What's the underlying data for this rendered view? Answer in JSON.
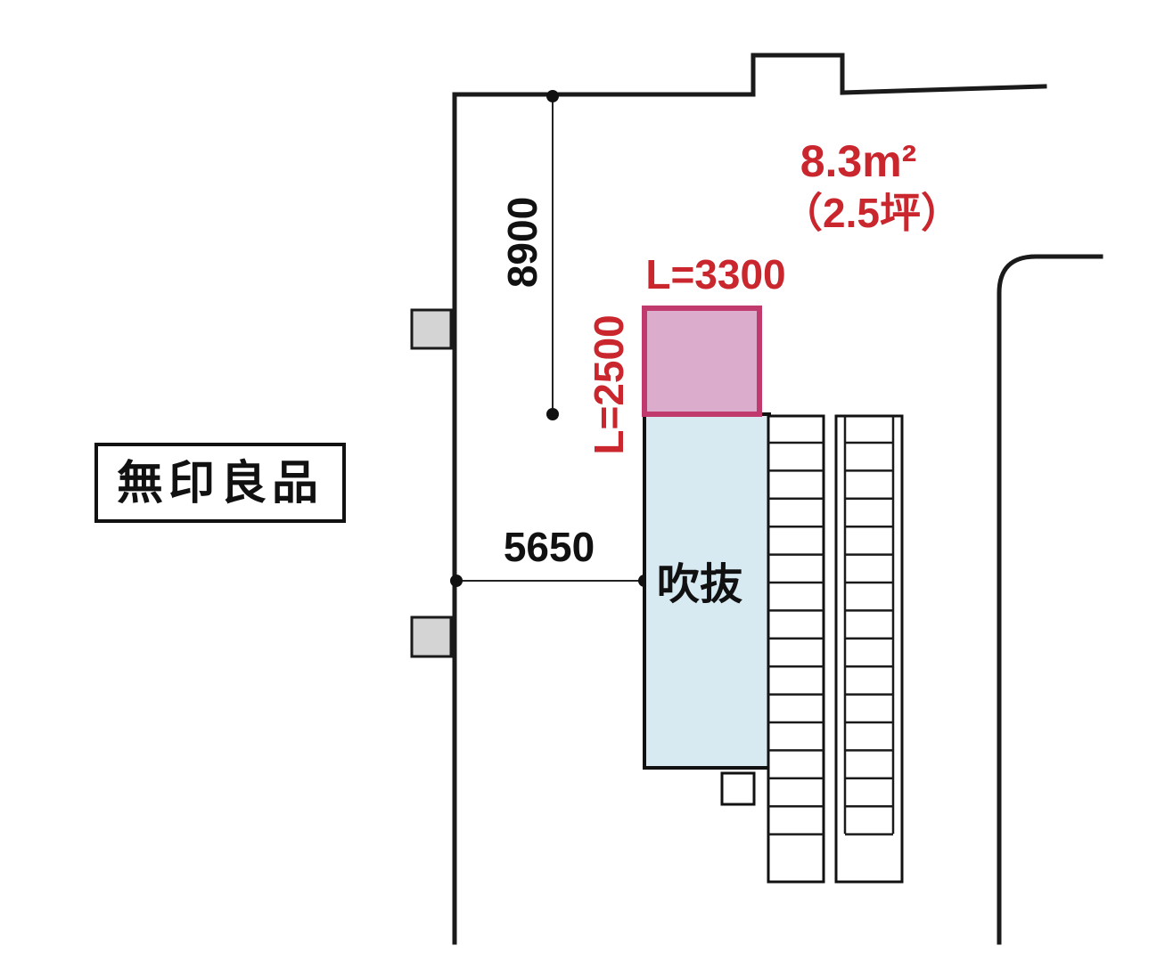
{
  "diagram": {
    "labels": {
      "store_name": "無印良品",
      "atrium": "吹抜",
      "area_m2": "8.3m²",
      "area_tsubo": "（2.5坪）",
      "sign_length": "L=3300",
      "sign_height": "L=2500",
      "dim_vertical": "8900",
      "dim_horizontal": "5650"
    },
    "colors": {
      "red": "#c9262d",
      "sign_border": "#c13a6e",
      "sign_fill": "#dbaccb",
      "atrium_fill": "#d7e9f1",
      "wall": "#1a1a1a",
      "column_fill": "#d4d4d4"
    }
  }
}
